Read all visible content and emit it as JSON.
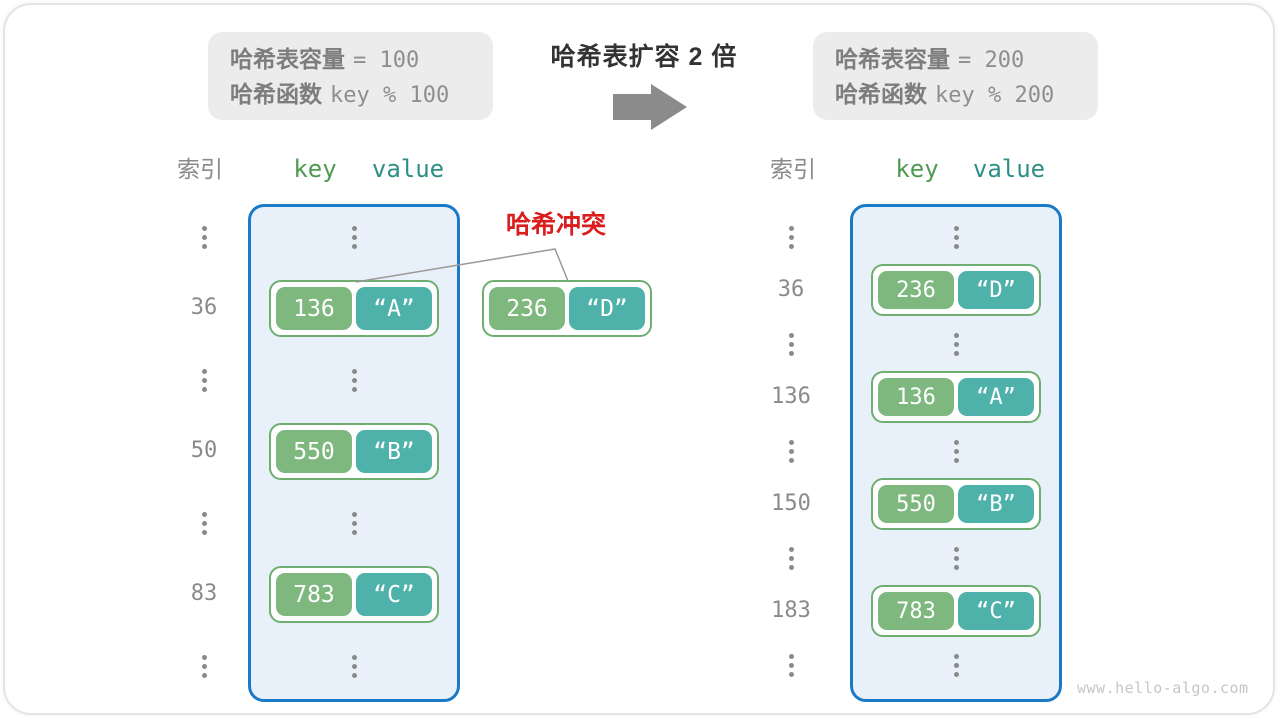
{
  "before_box": {
    "capacity_label": "哈希表容量",
    "capacity_value": "= 100",
    "func_label": "哈希函数",
    "func_value": "key % 100"
  },
  "after_box": {
    "capacity_label": "哈希表容量",
    "capacity_value": "= 200",
    "func_label": "哈希函数",
    "func_value": "key % 200"
  },
  "transition": {
    "title": "哈希表扩容 2 倍",
    "arrow_icon": "right-block-arrow"
  },
  "collision": {
    "label": "哈希冲突",
    "pair": {
      "key": "236",
      "value": "“D”"
    }
  },
  "left_table": {
    "index_header": "索引",
    "key_header": "key",
    "value_header": "value",
    "rows": [
      {
        "type": "dots"
      },
      {
        "type": "pair",
        "index": "36",
        "key": "136",
        "value": "“A”"
      },
      {
        "type": "dots"
      },
      {
        "type": "pair",
        "index": "50",
        "key": "550",
        "value": "“B”"
      },
      {
        "type": "dots"
      },
      {
        "type": "pair",
        "index": "83",
        "key": "783",
        "value": "“C”"
      },
      {
        "type": "dots"
      }
    ]
  },
  "right_table": {
    "index_header": "索引",
    "key_header": "key",
    "value_header": "value",
    "rows": [
      {
        "type": "dots"
      },
      {
        "type": "pair",
        "index": "36",
        "key": "236",
        "value": "“D”"
      },
      {
        "type": "dots"
      },
      {
        "type": "pair",
        "index": "136",
        "key": "136",
        "value": "“A”"
      },
      {
        "type": "dots"
      },
      {
        "type": "pair",
        "index": "150",
        "key": "550",
        "value": "“B”"
      },
      {
        "type": "dots"
      },
      {
        "type": "pair",
        "index": "183",
        "key": "783",
        "value": "“C”"
      },
      {
        "type": "dots"
      }
    ]
  },
  "watermark": "www.hello-algo.com",
  "colors": {
    "bucket_fill": "#e8f1f9",
    "bucket_border": "#1b7ac6",
    "key_fill": "#7eb87f",
    "value_fill": "#4fb2aa",
    "pair_border": "#6fae70",
    "collision_red": "#da1d1d",
    "info_bg": "#ececec",
    "gray_text": "#8a8a8a",
    "arrow_gray": "#8b8b8b"
  }
}
